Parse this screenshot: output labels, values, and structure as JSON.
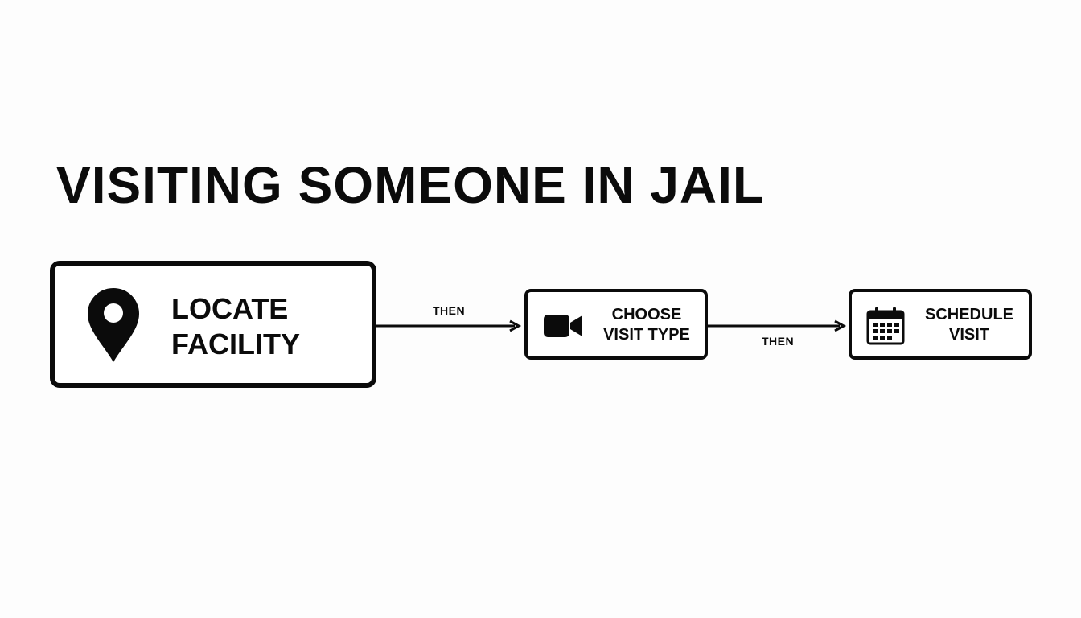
{
  "title": "VISITING SOMEONE IN JAIL",
  "steps": [
    {
      "icon": "map-pin-icon",
      "label_lines": [
        "LOCATE",
        "FACILITY"
      ]
    },
    {
      "icon": "video-camera-icon",
      "label_lines": [
        "CHOOSE",
        "VISIT TYPE"
      ]
    },
    {
      "icon": "calendar-icon",
      "label_lines": [
        "SCHEDULE",
        "VISIT"
      ]
    }
  ],
  "connectors": [
    {
      "label": "THEN"
    },
    {
      "label": "THEN"
    }
  ],
  "colors": {
    "ink": "#0b0b0b",
    "background": "#fdfdfd"
  }
}
